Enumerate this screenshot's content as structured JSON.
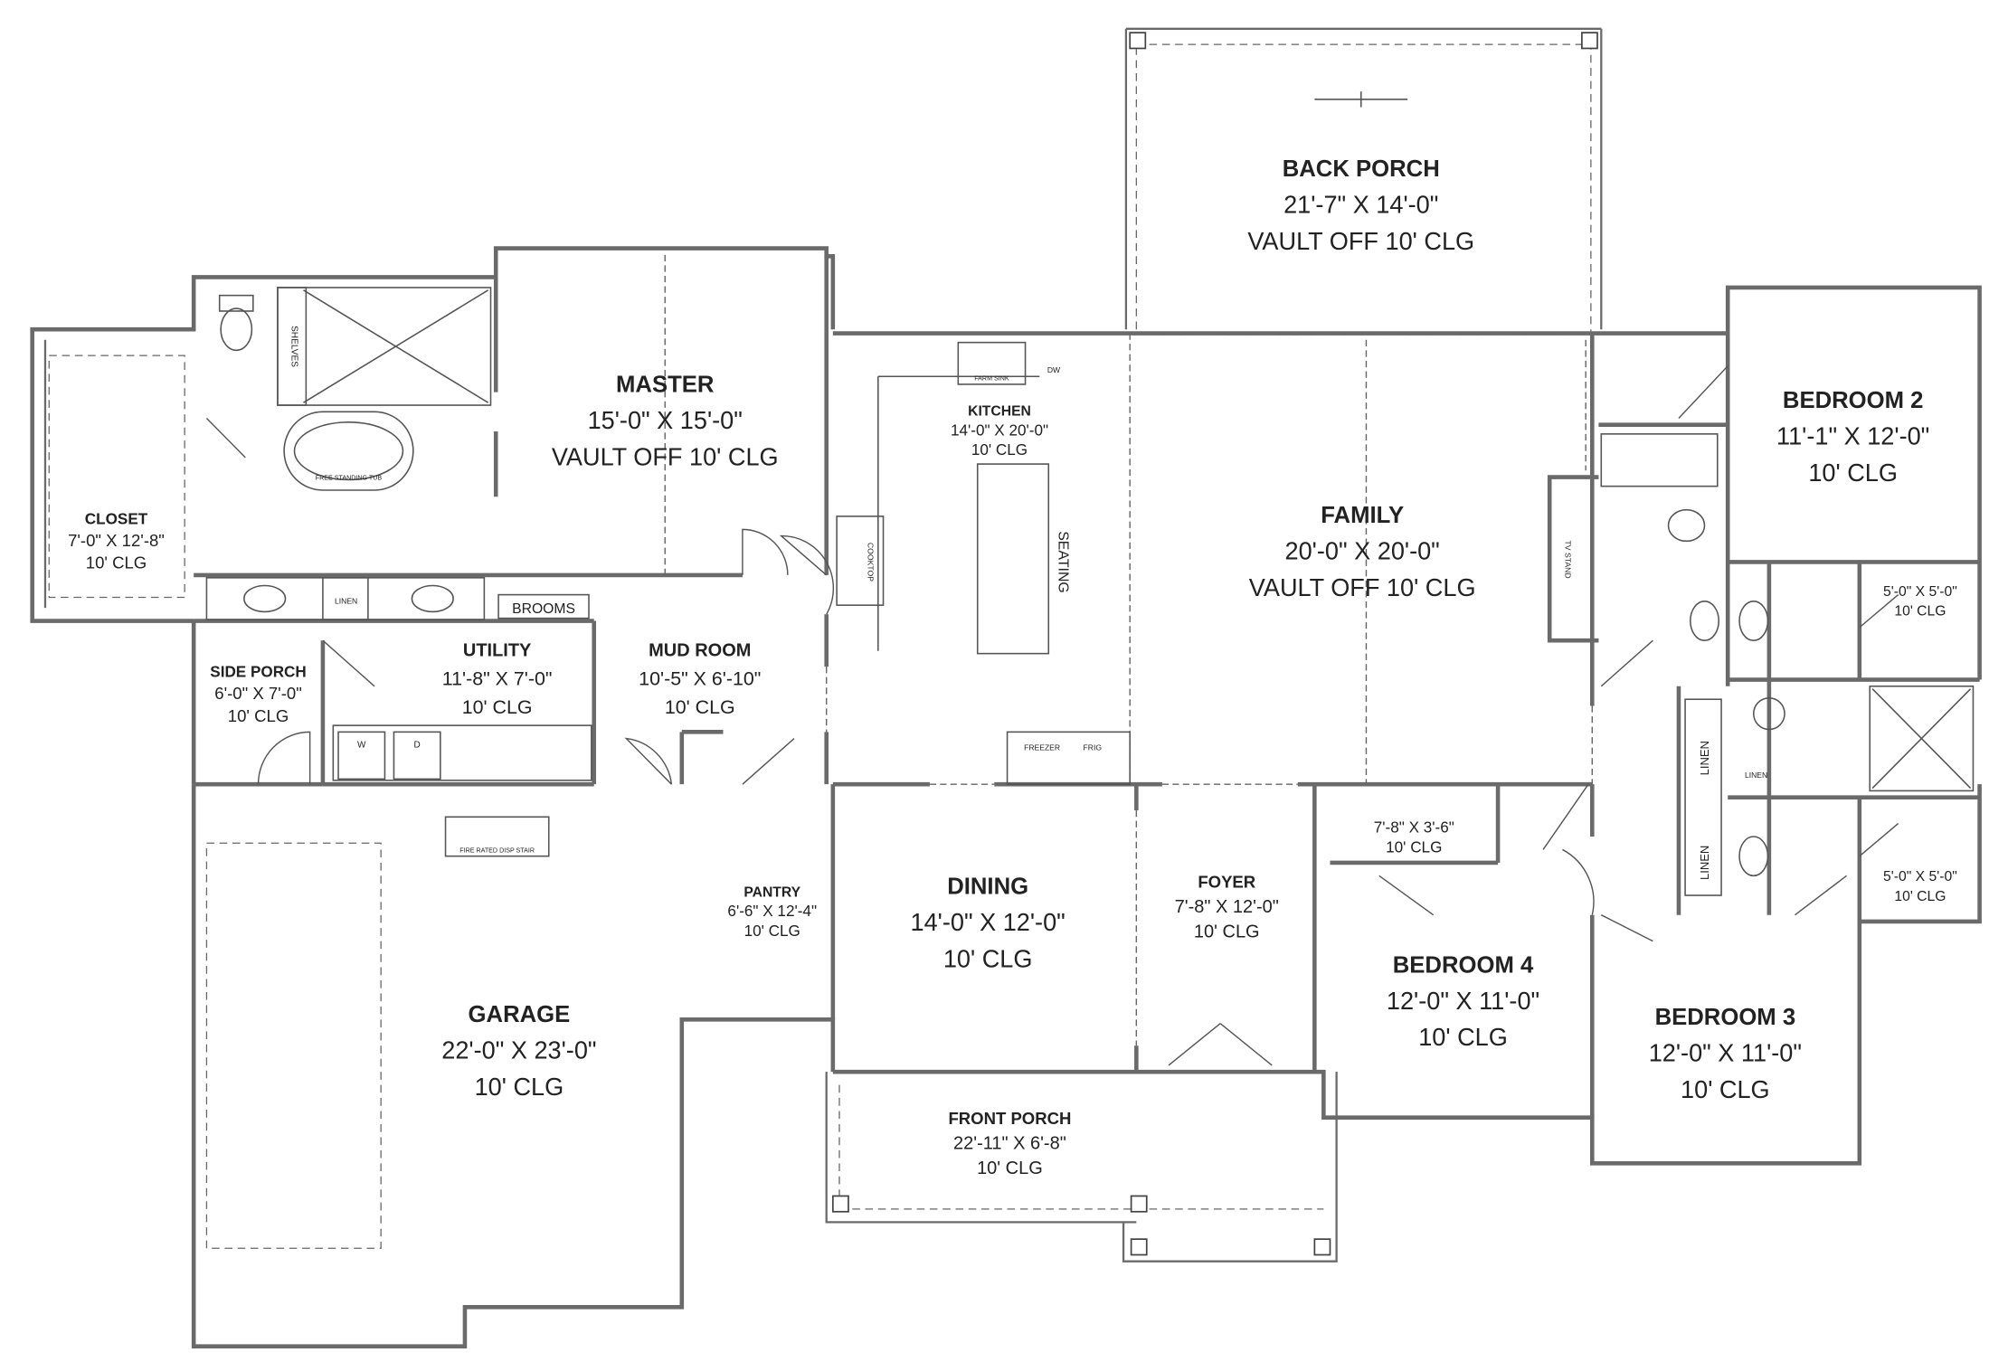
{
  "rooms": {
    "back_porch": {
      "name": "BACK PORCH",
      "size": "21'-7\" X 14'-0\"",
      "ceiling": "VAULT OFF 10' CLG"
    },
    "master": {
      "name": "MASTER",
      "size": "15'-0\" X 15'-0\"",
      "ceiling": "VAULT OFF 10' CLG"
    },
    "kitchen": {
      "name": "KITCHEN",
      "size": "14'-0\" X 20'-0\"",
      "ceiling": "10' CLG"
    },
    "family": {
      "name": "FAMILY",
      "size": "20'-0\" X 20'-0\"",
      "ceiling": "VAULT OFF 10' CLG"
    },
    "bedroom2": {
      "name": "BEDROOM 2",
      "size": "11'-1\" X 12'-0\"",
      "ceiling": "10' CLG"
    },
    "closet": {
      "name": "CLOSET",
      "size": "7'-0\" X 12'-8\"",
      "ceiling": "10' CLG"
    },
    "side_porch": {
      "name": "SIDE PORCH",
      "size": "6'-0\" X 7'-0\"",
      "ceiling": "10' CLG"
    },
    "utility": {
      "name": "UTILITY",
      "size": "11'-8\" X 7'-0\"",
      "ceiling": "10' CLG"
    },
    "mud_room": {
      "name": "MUD ROOM",
      "size": "10'-5\" X 6'-10\"",
      "ceiling": "10' CLG"
    },
    "pantry": {
      "name": "PANTRY",
      "size": "6'-6\" X 12'-4\"",
      "ceiling": "10' CLG"
    },
    "dining": {
      "name": "DINING",
      "size": "14'-0\" X 12'-0\"",
      "ceiling": "10' CLG"
    },
    "foyer": {
      "name": "FOYER",
      "size": "7'-8\" X 12'-0\"",
      "ceiling": "10' CLG"
    },
    "garage": {
      "name": "GARAGE",
      "size": "22'-0\" X 23'-0\"",
      "ceiling": "10' CLG"
    },
    "bedroom4": {
      "name": "BEDROOM 4",
      "size": "12'-0\" X 11'-0\"",
      "ceiling": "10' CLG"
    },
    "bedroom3": {
      "name": "BEDROOM 3",
      "size": "12'-0\" X 11'-0\"",
      "ceiling": "10' CLG"
    },
    "front_porch": {
      "name": "FRONT PORCH",
      "size": "22'-11\" X 6'-8\"",
      "ceiling": "10' CLG"
    },
    "closet_b4": {
      "size": "7'-8\" X 3'-6\"",
      "ceiling": "10' CLG"
    },
    "closet_b2": {
      "size": "5'-0\" X 5'-0\"",
      "ceiling": "10' CLG"
    },
    "closet_b3": {
      "size": "5'-0\" X 5'-0\"",
      "ceiling": "10' CLG"
    }
  },
  "labels": {
    "shelves": "SHELVES",
    "free_standing_tub": "FREE STANDING TUB",
    "linen": "LINEN",
    "brooms": "BROOMS",
    "farm_sink": "FARM SINK",
    "dw": "DW",
    "seating": "SEATING",
    "cooktop": "COOKTOP",
    "freezer": "FREEZER",
    "frig": "FRIG",
    "fire_rated_stair": "FIRE RATED DISP STAIR",
    "washer": "W",
    "dryer": "D",
    "tv_stand": "TV STAND",
    "linen_hall_1": "LINEN",
    "linen_hall_2": "LINEN",
    "linen_bath": "LINEN"
  }
}
